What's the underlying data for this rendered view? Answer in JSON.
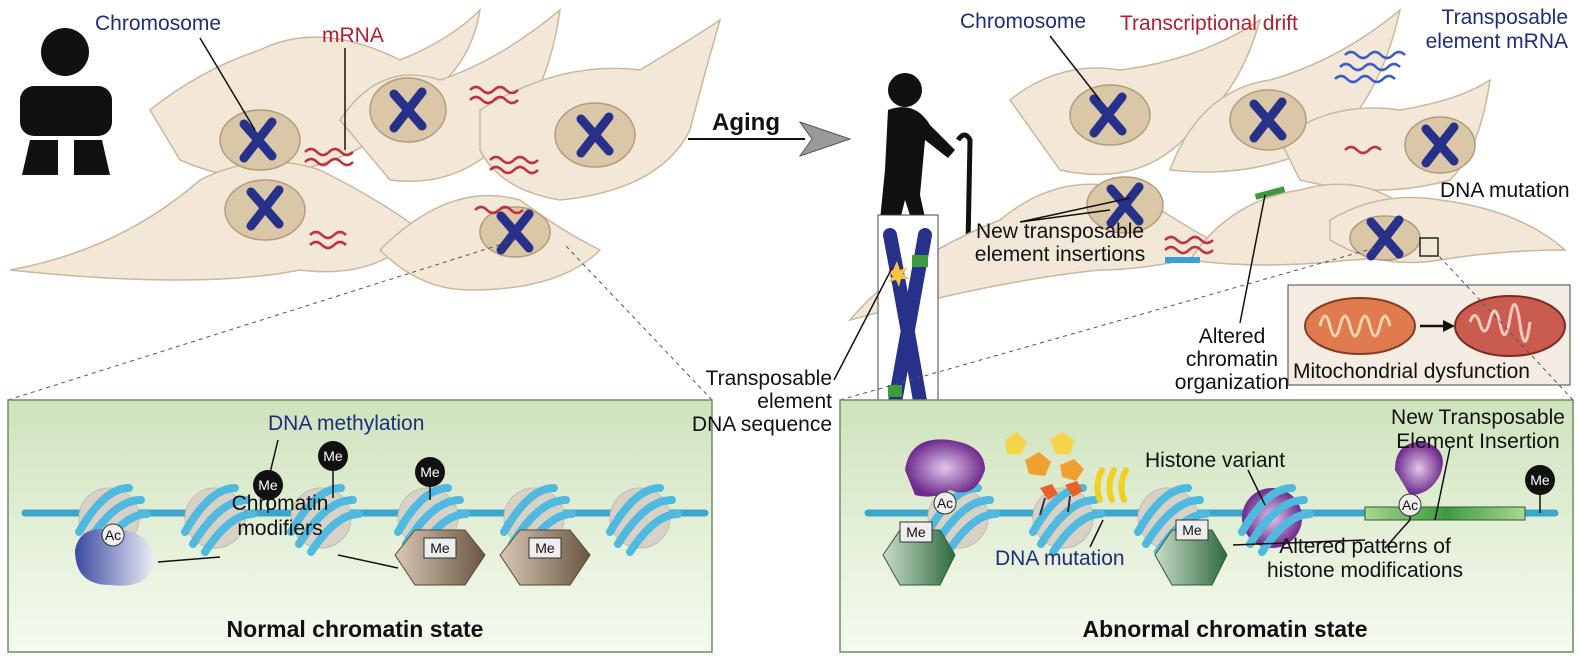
{
  "top_left": {
    "chromosome": "Chromosome",
    "mrna": "mRNA"
  },
  "arrow": {
    "label": "Aging"
  },
  "top_right": {
    "chromosome": "Chromosome",
    "transcriptional_drift": "Transcriptional drift",
    "te_mrna": [
      "Transposable",
      "element mRNA"
    ],
    "dna_mutation": "DNA mutation",
    "new_te_insertions": [
      "New transposable",
      "element insertions"
    ],
    "te_dna_sequence": [
      "Transposable",
      "element",
      "DNA sequence"
    ],
    "altered_chromatin": [
      "Altered",
      "chromatin",
      "organization"
    ],
    "mitochondrial_dysfunction": "Mitochondrial dysfunction"
  },
  "normal_panel": {
    "title": "Normal chromatin state",
    "dna_methylation": "DNA methylation",
    "chromatin_modifiers": [
      "Chromatin",
      "modifiers"
    ],
    "me": "Me",
    "ac": "Ac"
  },
  "abnormal_panel": {
    "title": "Abnormal chromatin state",
    "new_te_insertion": [
      "New Transposable",
      "Element Insertion"
    ],
    "histone_variant": "Histone variant",
    "dna_mutation": "DNA mutation",
    "altered_patterns": [
      "Altered patterns of",
      "histone modifications"
    ],
    "me": "Me",
    "ac": "Ac"
  },
  "colors": {
    "label_blue": "#1f2d7a",
    "label_red": "#b3202c",
    "panel_green": "#d6e6c4",
    "cell_beige": "#f3e8d8",
    "dna_blue": "#4fb3d9"
  }
}
